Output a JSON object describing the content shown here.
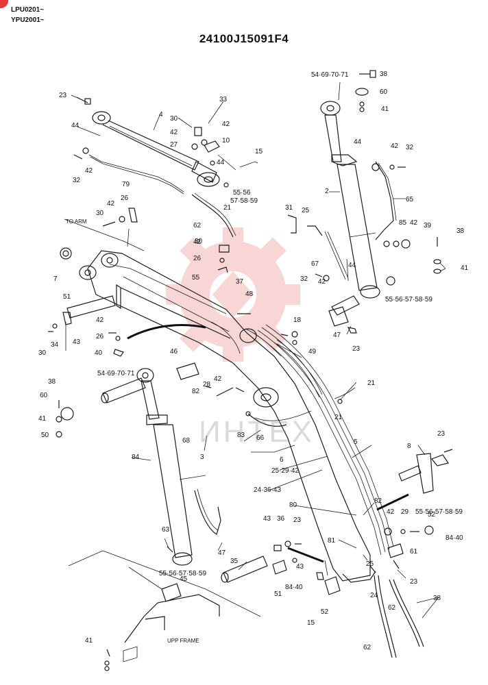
{
  "header": {
    "serial_1": "LPU0201~",
    "serial_2": "YPU2001~",
    "title": "24100J15091F4"
  },
  "watermark": {
    "text": "ИНТЕХ",
    "color": "#f2a6a6"
  },
  "notes": {
    "to_arm": "TO ARM",
    "upp_frame": "UPP FRAME"
  },
  "callouts": [
    "23",
    "44",
    "4",
    "30",
    "42",
    "27",
    "33",
    "42",
    "10",
    "15",
    "44",
    "32",
    "42",
    "79",
    "55·56",
    "57·58·59",
    "21",
    "62",
    "54·69·70·71",
    "38",
    "60",
    "41",
    "2",
    "44",
    "42",
    "32",
    "65",
    "31",
    "25",
    "85",
    "42",
    "39",
    "38",
    "41",
    "67",
    "44",
    "32",
    "42",
    "55·56·57·58·59",
    "47",
    "23",
    "30",
    "26",
    "42",
    "30",
    "42",
    "26",
    "55",
    "7",
    "37",
    "48",
    "51",
    "43",
    "34",
    "30",
    "42",
    "26",
    "40",
    "18",
    "49",
    "46",
    "54·69·70·71",
    "38",
    "60",
    "41",
    "50",
    "42",
    "28",
    "82",
    "21",
    "21",
    "83",
    "66",
    "68",
    "3",
    "84",
    "6",
    "25·29·42",
    "24·36·43",
    "5",
    "82",
    "23",
    "8",
    "80",
    "81",
    "25",
    "42",
    "29",
    "55·56·57·58·59",
    "52",
    "84·40",
    "61",
    "23",
    "24",
    "43",
    "36",
    "23",
    "63",
    "47",
    "55·56·57·58·59",
    "45",
    "35",
    "43",
    "51",
    "84·40",
    "52",
    "15",
    "62",
    "62",
    "38",
    "41"
  ]
}
